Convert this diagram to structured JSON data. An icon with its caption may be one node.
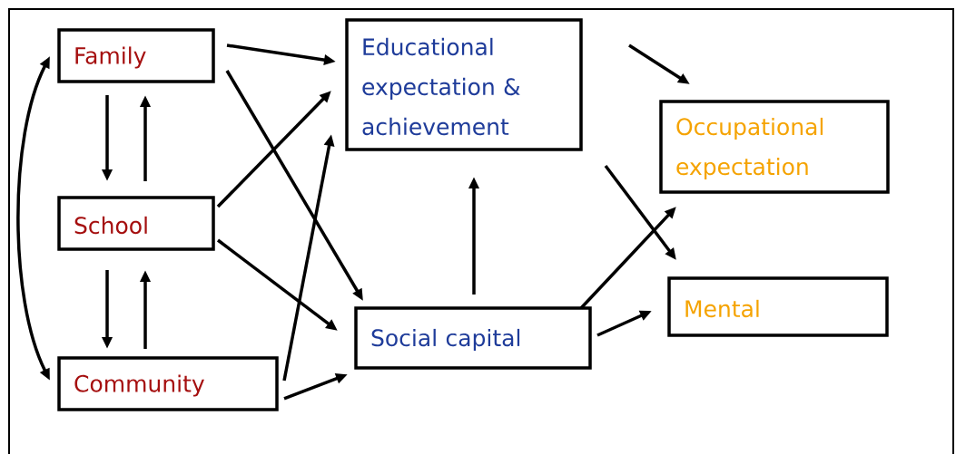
{
  "diagram": {
    "nodes": [
      {
        "text": [
          "Family"
        ]
      },
      {
        "text": [
          "School"
        ]
      },
      {
        "text": [
          "Community"
        ]
      },
      {
        "text": [
          "Educational expectation & achievement"
        ]
      },
      {
        "text": [
          "Social capital"
        ]
      },
      {
        "text": [
          "Occupational expectation"
        ]
      },
      {
        "text": [
          "Mental"
        ]
      }
    ],
    "edges": [
      {
        "from": 0,
        "to": 3,
        "arrow": "to"
      },
      {
        "from": 0,
        "to": 4,
        "arrow": "to"
      },
      {
        "from": 0,
        "to": 1,
        "arrow": "to"
      },
      {
        "from": 1,
        "to": 0,
        "arrow": "to"
      },
      {
        "from": 0,
        "to": 2,
        "arrow": "both"
      },
      {
        "from": 1,
        "to": 3,
        "arrow": "to"
      },
      {
        "from": 1,
        "to": 4,
        "arrow": "to"
      },
      {
        "from": 1,
        "to": 2,
        "arrow": "to"
      },
      {
        "from": 2,
        "to": 1,
        "arrow": "to"
      },
      {
        "from": 2,
        "to": 3,
        "arrow": "to"
      },
      {
        "from": 2,
        "to": 4,
        "arrow": "to"
      },
      {
        "from": 4,
        "to": 3,
        "arrow": "to"
      },
      {
        "from": 4,
        "to": 5,
        "arrow": "to"
      },
      {
        "from": 4,
        "to": 6,
        "arrow": "to"
      },
      {
        "from": 3,
        "to": 5,
        "arrow": "to"
      },
      {
        "from": 3,
        "to": 6,
        "arrow": "to"
      }
    ]
  }
}
